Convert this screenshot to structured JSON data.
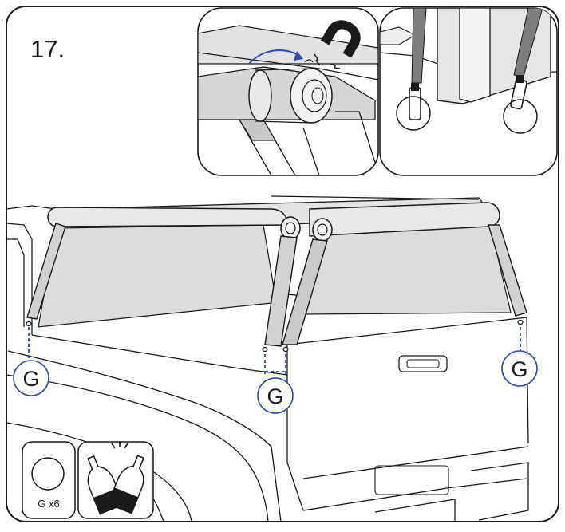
{
  "step": {
    "number": "17."
  },
  "callouts": {
    "label": "G"
  },
  "parts_box": {
    "part_label": "G x6"
  },
  "colors": {
    "accent_blue": "#2f48b8",
    "fabric_gray": "#d9d9d9",
    "frame_gray": "#8a8a8a",
    "line": "#1a1a1a",
    "strap_gray": "#7d7d7d"
  },
  "icons": {
    "magnet": "magnet-icon",
    "celebrate": "cheers-bottles-icon"
  }
}
